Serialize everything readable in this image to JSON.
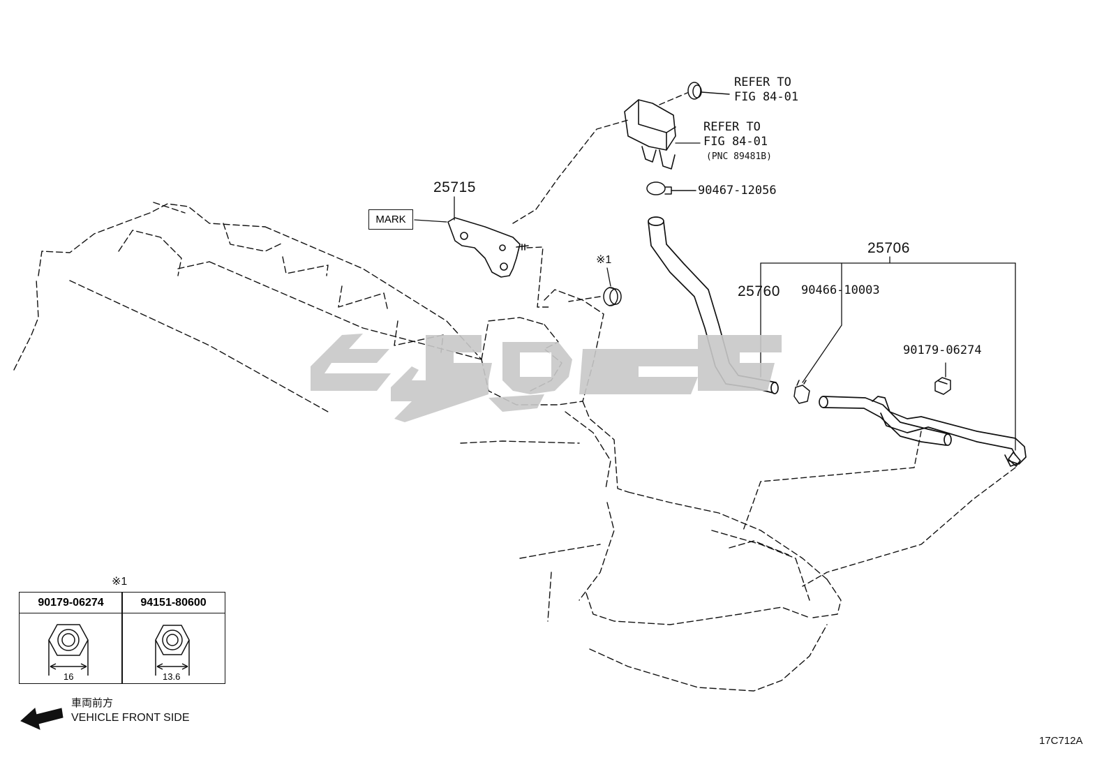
{
  "figure_code": "17C712A",
  "labels": {
    "refer_top": [
      "REFER TO",
      "FIG 84-01"
    ],
    "refer_mid": [
      "REFER TO",
      "FIG 84-01"
    ],
    "pnc": "(PNC 89481B)",
    "clamp_90467": "90467-12056",
    "p25715": "25715",
    "mark": "MARK",
    "note_star": "※1",
    "p25706": "25706",
    "p25760": "25760",
    "p90466": "90466-10003",
    "p90179": "90179-06274"
  },
  "legend": {
    "title": "※1",
    "cols": [
      {
        "part": "90179-06274",
        "dim": "16"
      },
      {
        "part": "94151-80600",
        "dim": "13.6"
      }
    ]
  },
  "direction": {
    "jp": "車両前方",
    "en": "VEHICLE FRONT SIDE"
  },
  "watermark_color": "#c8c8c8"
}
